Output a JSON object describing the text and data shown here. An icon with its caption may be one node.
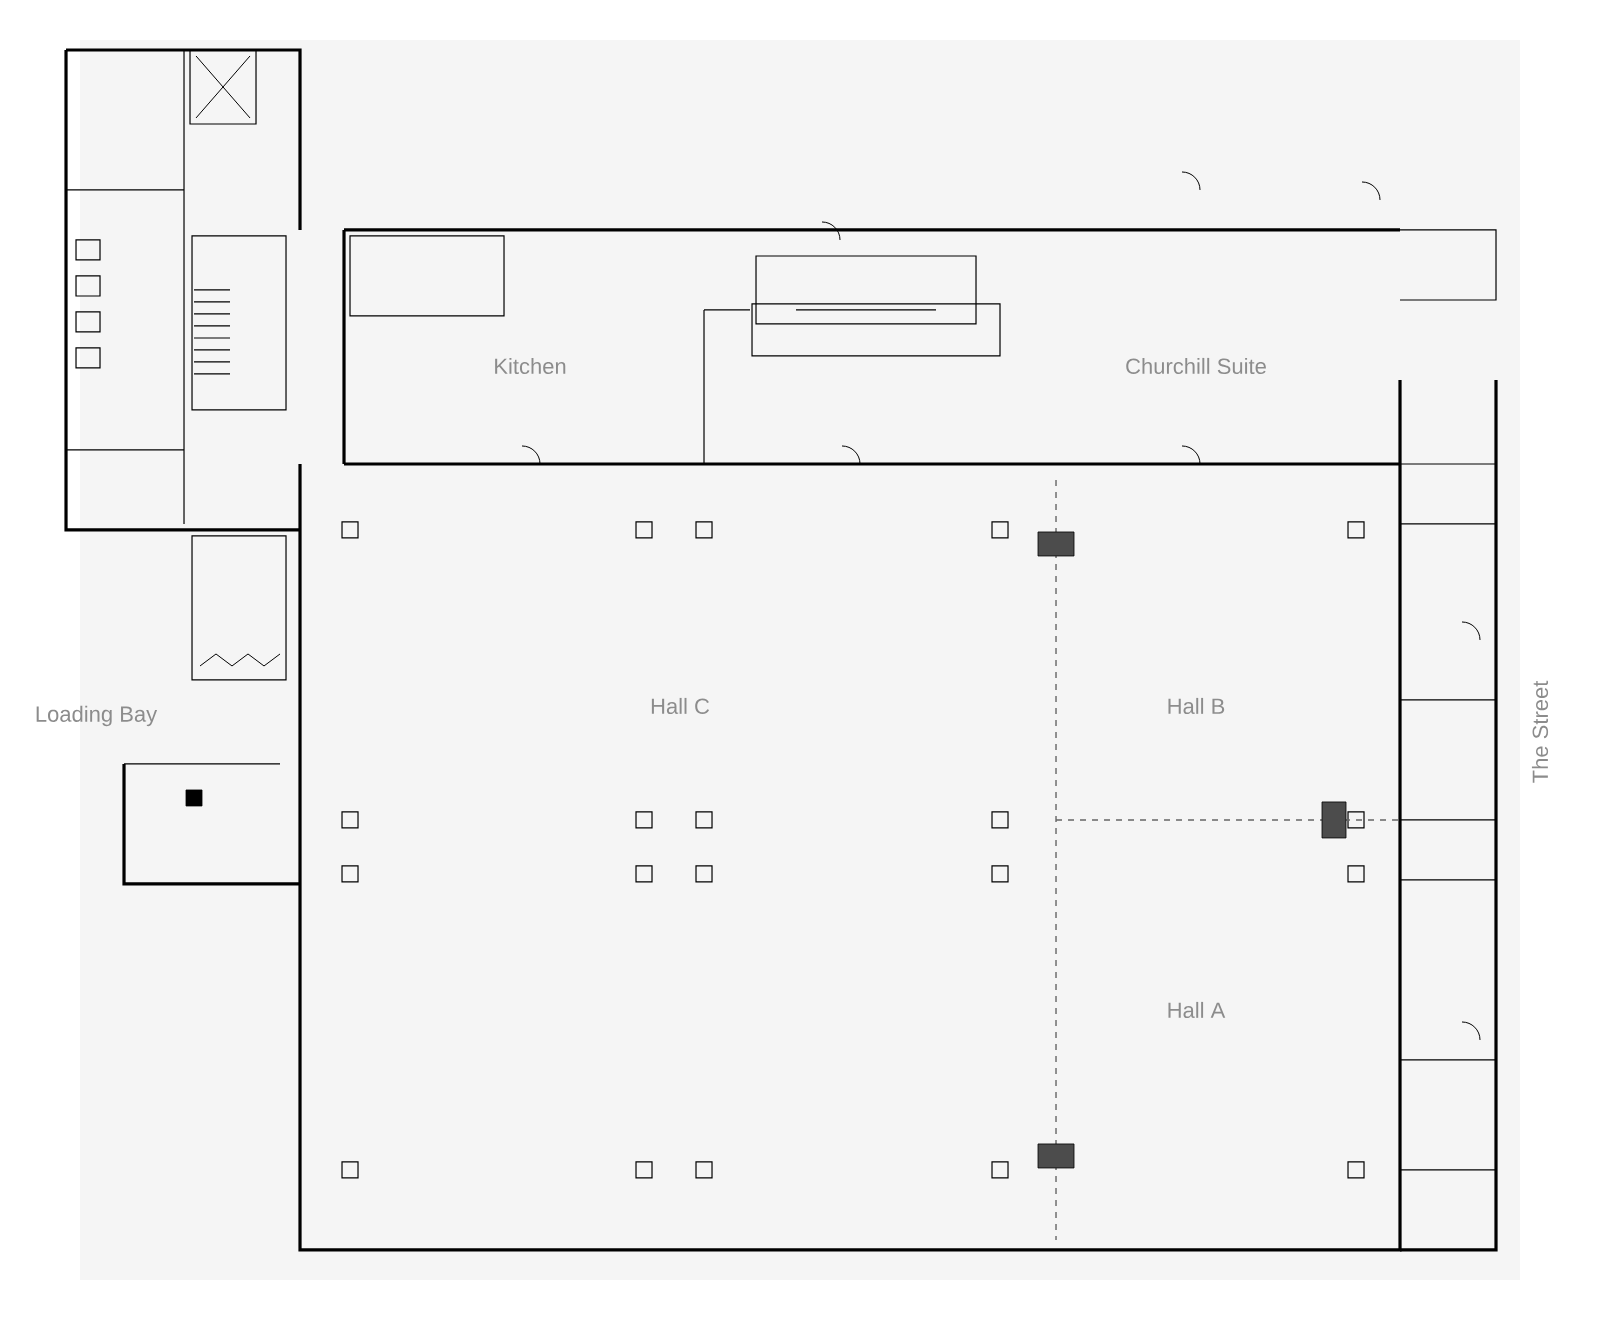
{
  "diagram": {
    "labels": [
      "Kitchen",
      "Churchill Suite",
      "Loading Bay",
      "Hall C",
      "Hall B",
      "Hall A",
      "The Street"
    ]
  }
}
